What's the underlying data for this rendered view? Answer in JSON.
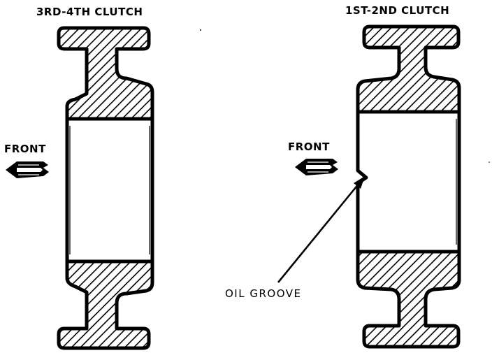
{
  "diagram": {
    "left_part": {
      "title": "3RD-4TH CLUTCH",
      "direction_label": "FRONT"
    },
    "right_part": {
      "title": "1ST-2ND CLUTCH",
      "direction_label": "FRONT",
      "callout": "OIL GROOVE"
    },
    "colors": {
      "ink": "#000000",
      "background": "#ffffff"
    }
  }
}
